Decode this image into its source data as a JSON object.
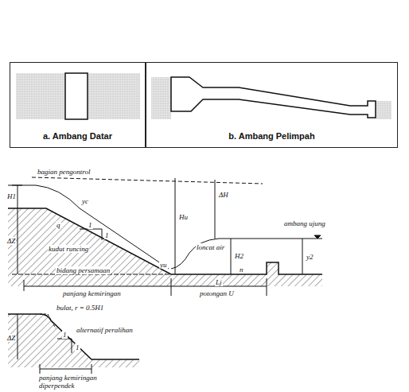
{
  "diagram": {
    "nodes": [
      {
        "text": [
          "a. Ambang Datar"
        ]
      },
      {
        "text": [
          "b. Ambang Pelimpah"
        ]
      }
    ],
    "labels": [
      "bagian pengontrol",
      "H1",
      "yc",
      "ΔZ",
      "q",
      "kudut runcing",
      "1",
      "1",
      "Hu",
      "ΔH",
      "ambang ujung",
      "loncat air",
      "yu",
      "H2",
      "n",
      "y2",
      "bidang persamaan",
      "panjang kemiringan",
      "Lj",
      "potongan U",
      "bulat, r = 0.5H1",
      "alternatif peralihan",
      "1",
      "1",
      "ΔZ",
      "panjang kemiringan diperpendek"
    ]
  }
}
